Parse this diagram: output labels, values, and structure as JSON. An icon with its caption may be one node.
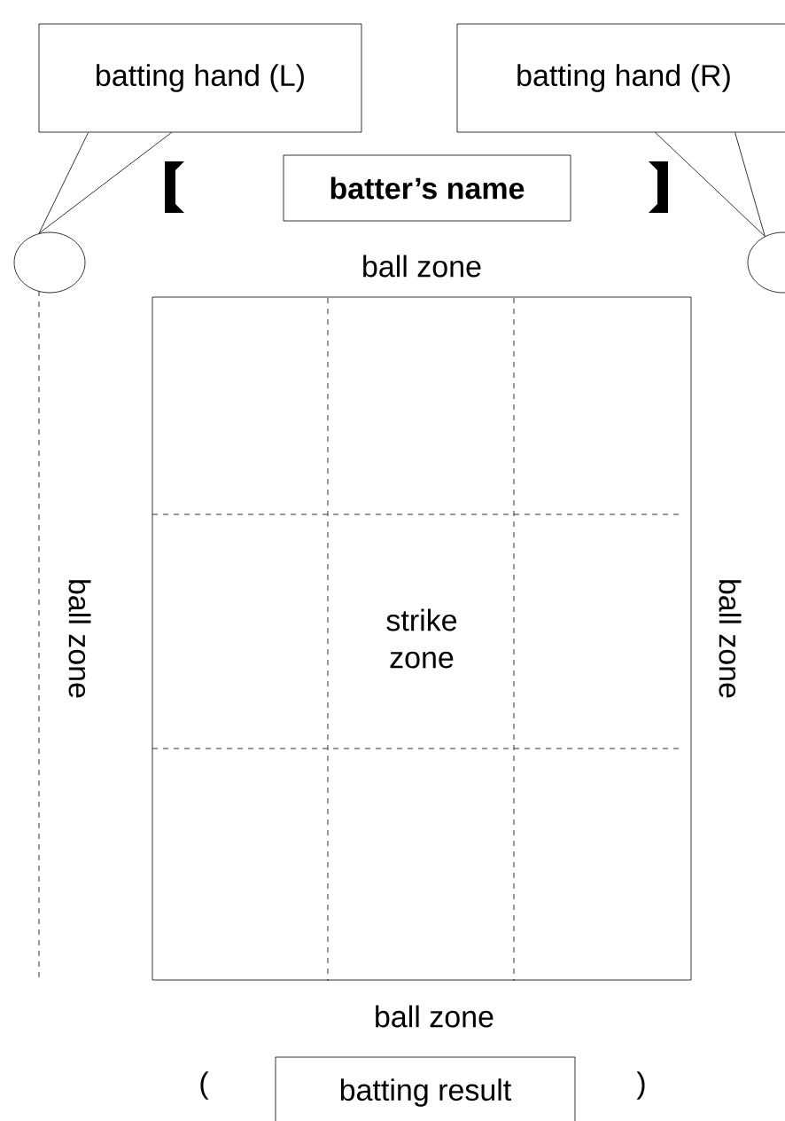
{
  "diagram": {
    "nodes": [
      {
        "text": [
          "batting hand (L)"
        ]
      },
      {
        "text": [
          "batting hand (R)"
        ]
      },
      {
        "text": [],
        "shape": "circle"
      },
      {
        "text": [],
        "shape": "circle"
      },
      {
        "text": [
          "**batter’s name**"
        ]
      },
      {
        "text": [
          "strike zone"
        ]
      },
      {
        "text": [
          "batting result"
        ]
      }
    ],
    "edges": [
      {
        "from": 0,
        "to": 2,
        "arrow": "none"
      },
      {
        "from": 1,
        "to": 3,
        "arrow": "none"
      }
    ],
    "labels": [
      "ball zone",
      "ball zone",
      "ball zone",
      "ball zone",
      "(",
      ")"
    ]
  }
}
